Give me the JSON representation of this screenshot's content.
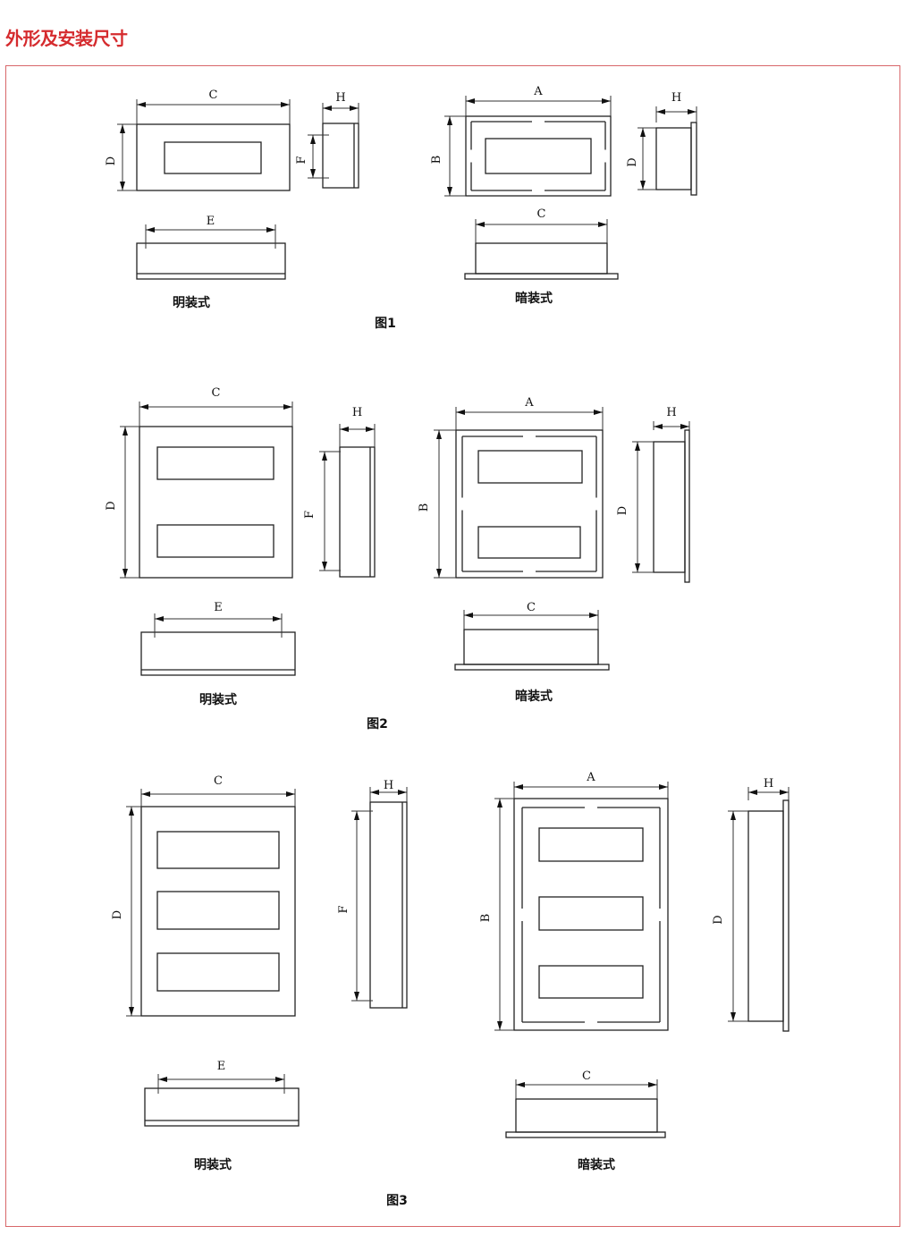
{
  "title": "外形及安装尺寸",
  "figures": [
    {
      "caption": "图1",
      "surface_label": "明装式",
      "flush_label": "暗装式",
      "surface_dims": {
        "C": "C",
        "D": "D",
        "H": "H",
        "F": "F",
        "E": "E"
      },
      "flush_dims": {
        "A": "A",
        "B": "B",
        "H": "H",
        "D": "D",
        "C": "C"
      }
    },
    {
      "caption": "图2",
      "surface_label": "明装式",
      "flush_label": "暗装式",
      "surface_dims": {
        "C": "C",
        "D": "D",
        "H": "H",
        "F": "F",
        "E": "E"
      },
      "flush_dims": {
        "A": "A",
        "B": "B",
        "H": "H",
        "D": "D",
        "C": "C"
      }
    },
    {
      "caption": "图3",
      "surface_label": "明装式",
      "flush_label": "暗装式",
      "surface_dims": {
        "C": "C",
        "D": "D",
        "H": "H",
        "F": "F",
        "E": "E"
      },
      "flush_dims": {
        "A": "A",
        "B": "B",
        "H": "H",
        "D": "D",
        "C": "C"
      }
    }
  ]
}
